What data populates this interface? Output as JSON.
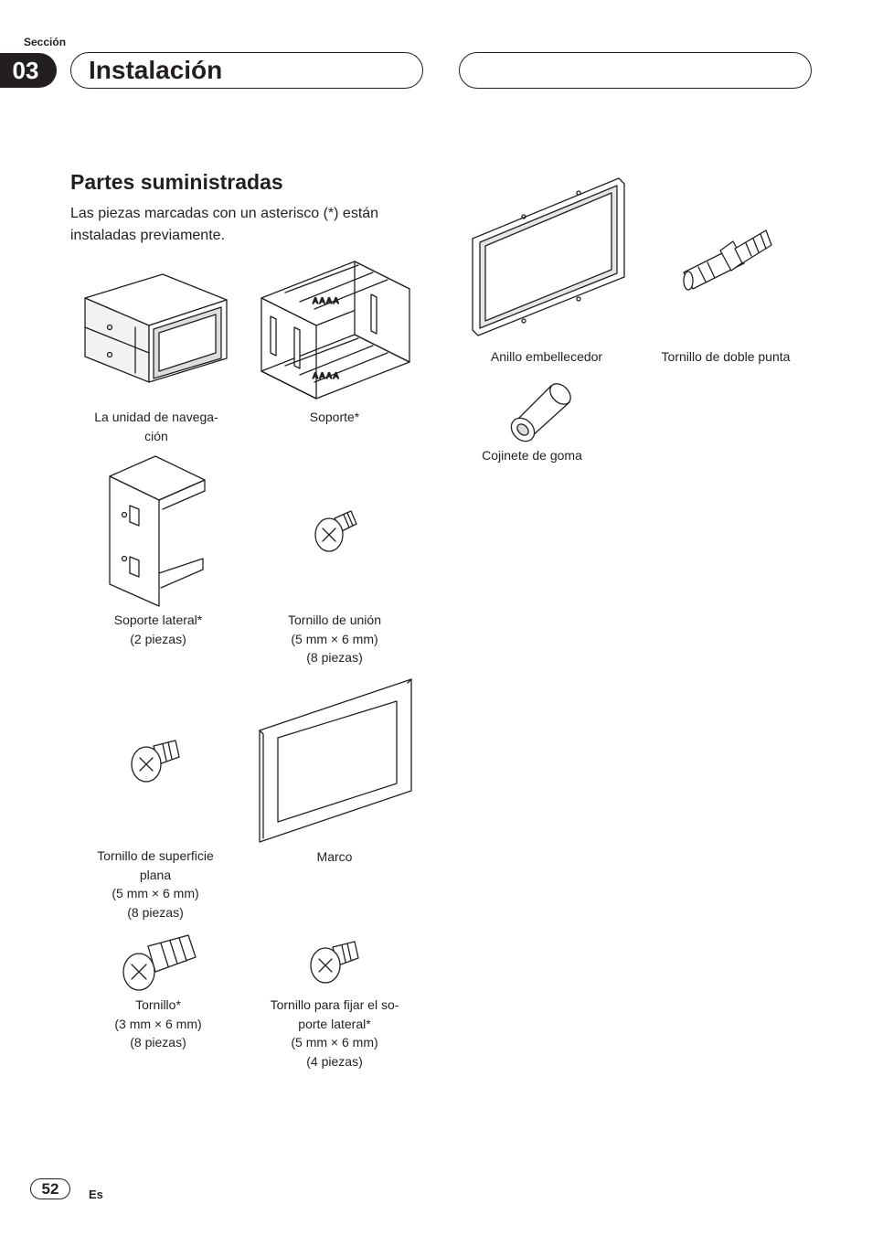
{
  "header": {
    "section_label": "Sección",
    "section_number": "03",
    "title": "Instalación"
  },
  "content": {
    "heading": "Partes suministradas",
    "intro": "Las piezas marcadas con un asterisco (*) están instaladas previamente."
  },
  "parts": [
    {
      "icon": "navigation-unit-icon",
      "caption": "La unidad de navega-\nción"
    },
    {
      "icon": "holder-bracket-icon",
      "caption": "Soporte*"
    },
    {
      "icon": "side-bracket-icon",
      "caption": "Soporte lateral*\n(2 piezas)"
    },
    {
      "icon": "binding-screw-icon",
      "caption": "Tornillo de unión\n(5 mm × 6 mm)\n(8 piezas)"
    },
    {
      "icon": "flat-head-screw-icon",
      "caption": "Tornillo de superficie\nplana\n(5 mm × 6 mm)\n(8 piezas)"
    },
    {
      "icon": "frame-icon",
      "caption": "Marco"
    },
    {
      "icon": "screw-icon",
      "caption": "Tornillo*\n(3 mm × 6 mm)\n(8 piezas)"
    },
    {
      "icon": "side-bracket-screw-icon",
      "caption": "Tornillo para fijar el so-\nporte lateral*\n(5 mm × 6 mm)\n(4 piezas)"
    },
    {
      "icon": "trim-ring-icon",
      "caption": "Anillo embellecedor"
    },
    {
      "icon": "double-end-bolt-icon",
      "caption": "Tornillo de doble punta"
    },
    {
      "icon": "rubber-bush-icon",
      "caption": "Cojinete de goma"
    }
  ],
  "footer": {
    "page_number": "52",
    "language": "Es"
  }
}
